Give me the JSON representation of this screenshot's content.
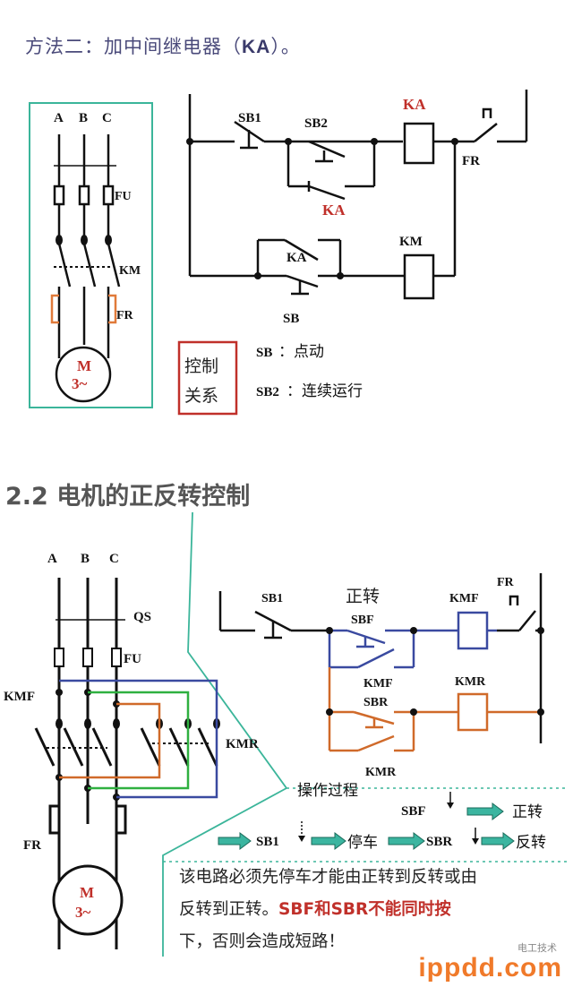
{
  "section1": {
    "heading_prefix": "方法二：加中间继电器（",
    "heading_bold": "KA",
    "heading_suffix": "）。",
    "power": {
      "phases": [
        "A",
        "B",
        "C"
      ],
      "fuse": "FU",
      "contactor": "KM",
      "relay": "FR",
      "motor_label": "M",
      "motor_sub": "3~"
    },
    "control": {
      "sb1": "SB1",
      "sb2": "SB2",
      "ka_coil": "KA",
      "ka_contact": "KA",
      "ka_contact2": "KA",
      "fr": "FR",
      "km_coil": "KM",
      "sb": "SB"
    },
    "box_label_1": "控制",
    "box_label_2": "关系",
    "legend": [
      {
        "key": "SB",
        "text": "：点动"
      },
      {
        "key": "SB2",
        "text": "：连续运行"
      }
    ]
  },
  "section2": {
    "heading": "2.2 电机的正反转控制",
    "power": {
      "phases": [
        "A",
        "B",
        "C"
      ],
      "qs": "QS",
      "fuse": "FU",
      "kmf": "KMF",
      "kmr": "KMR",
      "fr": "FR",
      "motor_label": "M",
      "motor_sub": "3~"
    },
    "control": {
      "sb1": "SB1",
      "forward_title": "正转",
      "sbf": "SBF",
      "kmf_coil": "KMF",
      "kmf_contact": "KMF",
      "fr": "FR",
      "sbr": "SBR",
      "kmr_coil": "KMR",
      "kmr_contact": "KMR"
    },
    "process": {
      "title": "操作过程",
      "sbf": "SBF",
      "forward": "正转",
      "sb1": "SB1",
      "stop": "停车",
      "sbr": "SBR",
      "reverse": "反转"
    },
    "note": {
      "line1": "该电路必须先停车才能由正转到反转或由",
      "line2_pre": "反转到正转。",
      "line2_red": "SBF和SBR不能同时按",
      "line3": "下，否则会造成短路！"
    }
  },
  "watermark": "ippdd.com",
  "watermark_small": "电工技术"
}
